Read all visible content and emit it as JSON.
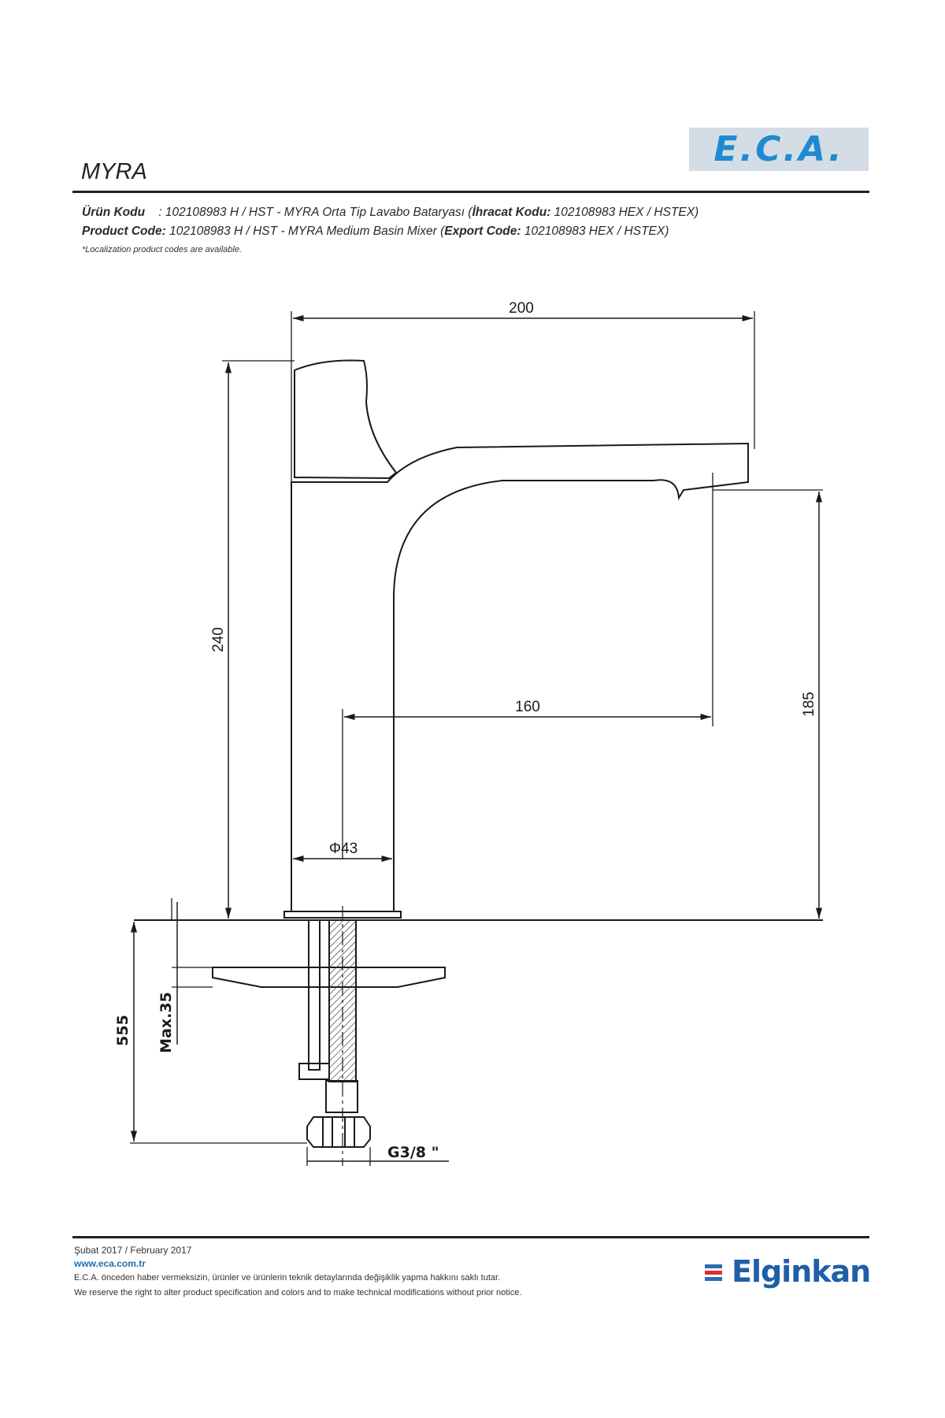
{
  "brand": {
    "logo_text": "E.C.A."
  },
  "product": {
    "title": "MYRA",
    "line1_label": "Ürün Kodu",
    "line1_text": ": 102108983 H / HST - MYRA Orta Tip Lavabo Bataryası (",
    "line1_export_label": "İhracat Kodu:",
    "line1_export_value": " 102108983 HEX / HSTEX)",
    "line2_label": "Product Code:",
    "line2_text": " 102108983 H / HST - MYRA Medium Basin Mixer (",
    "line2_export_label": "Export Code:",
    "line2_export_value": " 102108983 HEX / HSTEX)",
    "note": "*Localization product codes are available."
  },
  "dimensions": {
    "width_top": "200",
    "height_total": "240",
    "spout_reach": "160",
    "spout_height": "185",
    "body_diameter": "Φ43",
    "below_counter": "555",
    "max_thickness": "Max.35",
    "thread": "G3/8 \""
  },
  "footer": {
    "date": "Şubat 2017 / February 2017",
    "website": "www.eca.com.tr",
    "disclaimer_tr": "E.C.A. önceden haber vermeksizin, ürünler ve ürünlerin teknik detaylarında değişiklik yapma hakkını saklı tutar.",
    "disclaimer_en": "We reserve the right to alter product specification and colors and to make technical modifications without prior notice.",
    "brand": "Elginkan"
  }
}
